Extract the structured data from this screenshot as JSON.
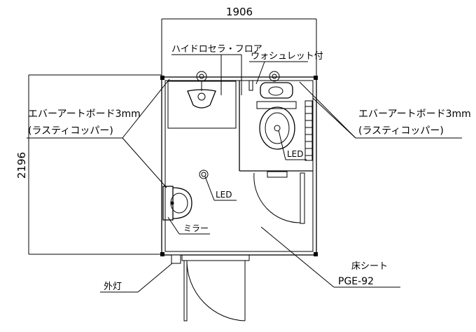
{
  "dimensions": {
    "width_label": "1906",
    "depth_label": "2196"
  },
  "labels": {
    "floor_material": "ハイドロセラ・フロア",
    "washlet": "ウォシュレット付",
    "wall_board_right": "エバーアートボード3mm",
    "wall_board_right_sub": "(ラスティコッパー)",
    "wall_board_left": "エバーアートボード3mm",
    "wall_board_left_sub": "(ラスティコッパー)",
    "led_toilet": "LED",
    "led_center": "LED",
    "mirror": "ミラー",
    "floor_sheet": "床シート",
    "floor_sheet_code": "PGE-92",
    "exterior_light": "外灯"
  }
}
